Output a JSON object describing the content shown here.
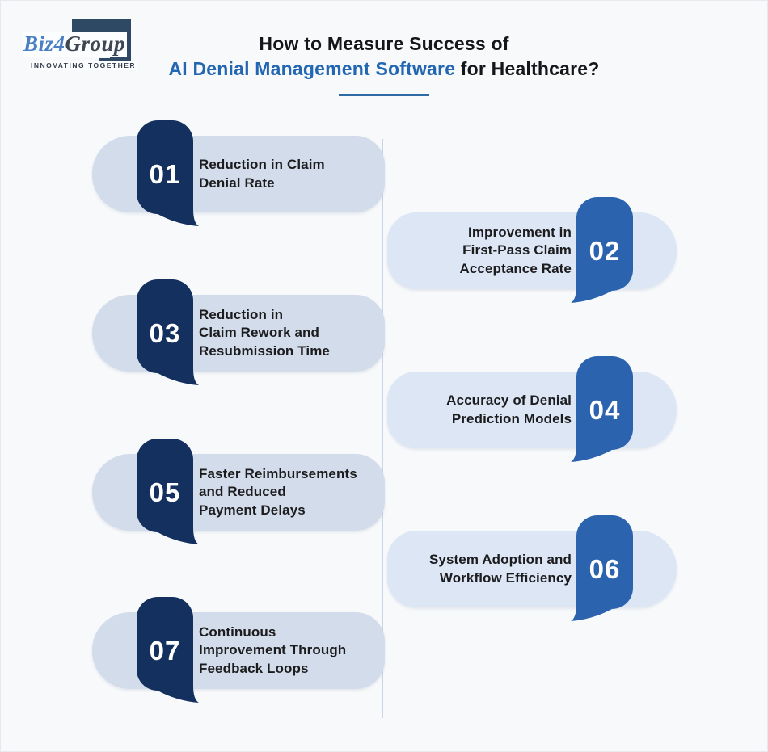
{
  "logo": {
    "brand_biz": "Biz",
    "brand_4": "4",
    "brand_group": "Group",
    "tagline": "INNOVATING TOGETHER"
  },
  "header": {
    "title_line1": "How to Measure Success of",
    "title_highlight": "AI Denial Management Software",
    "title_rest": " for Healthcare?"
  },
  "items": [
    {
      "number": "01",
      "side": "left",
      "title": "Reduction in Claim\nDenial Rate"
    },
    {
      "number": "02",
      "side": "right",
      "title": "Improvement in\nFirst-Pass Claim\nAcceptance Rate"
    },
    {
      "number": "03",
      "side": "left",
      "title": "Reduction in\nClaim Rework and\nResubmission Time"
    },
    {
      "number": "04",
      "side": "right",
      "title": "Accuracy of Denial\nPrediction Models"
    },
    {
      "number": "05",
      "side": "left",
      "title": "Faster Reimbursements\nand Reduced\nPayment Delays"
    },
    {
      "number": "06",
      "side": "right",
      "title": "System Adoption and\nWorkflow Efficiency"
    },
    {
      "number": "07",
      "side": "left",
      "title": "Continuous\nImprovement Through\nFeedback Loops"
    }
  ],
  "colors": {
    "navy": "#14305f",
    "blue": "#2b63ae",
    "pill_left": "#d3dcea",
    "pill_right": "#dce6f5",
    "background": "#f7f9fb",
    "text_dark": "#1c1c1e",
    "title_blue": "#2366b1",
    "underline": "#2f6ba3",
    "connector": "#c9d5e6",
    "logo_navy": "#2e4964",
    "logo_blue": "#4a7fc4",
    "logo_gray": "#3d4654"
  }
}
